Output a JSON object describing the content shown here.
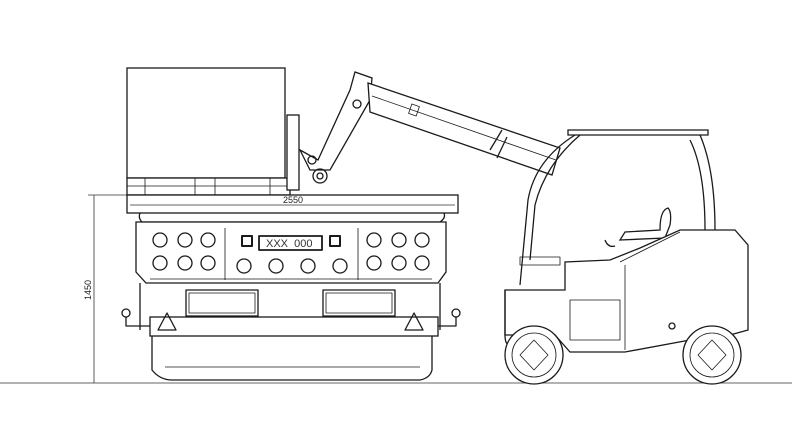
{
  "dimensions": {
    "width_label": "2550",
    "height_label": "1450"
  },
  "truck": {
    "plate_text": "XXX  000"
  }
}
